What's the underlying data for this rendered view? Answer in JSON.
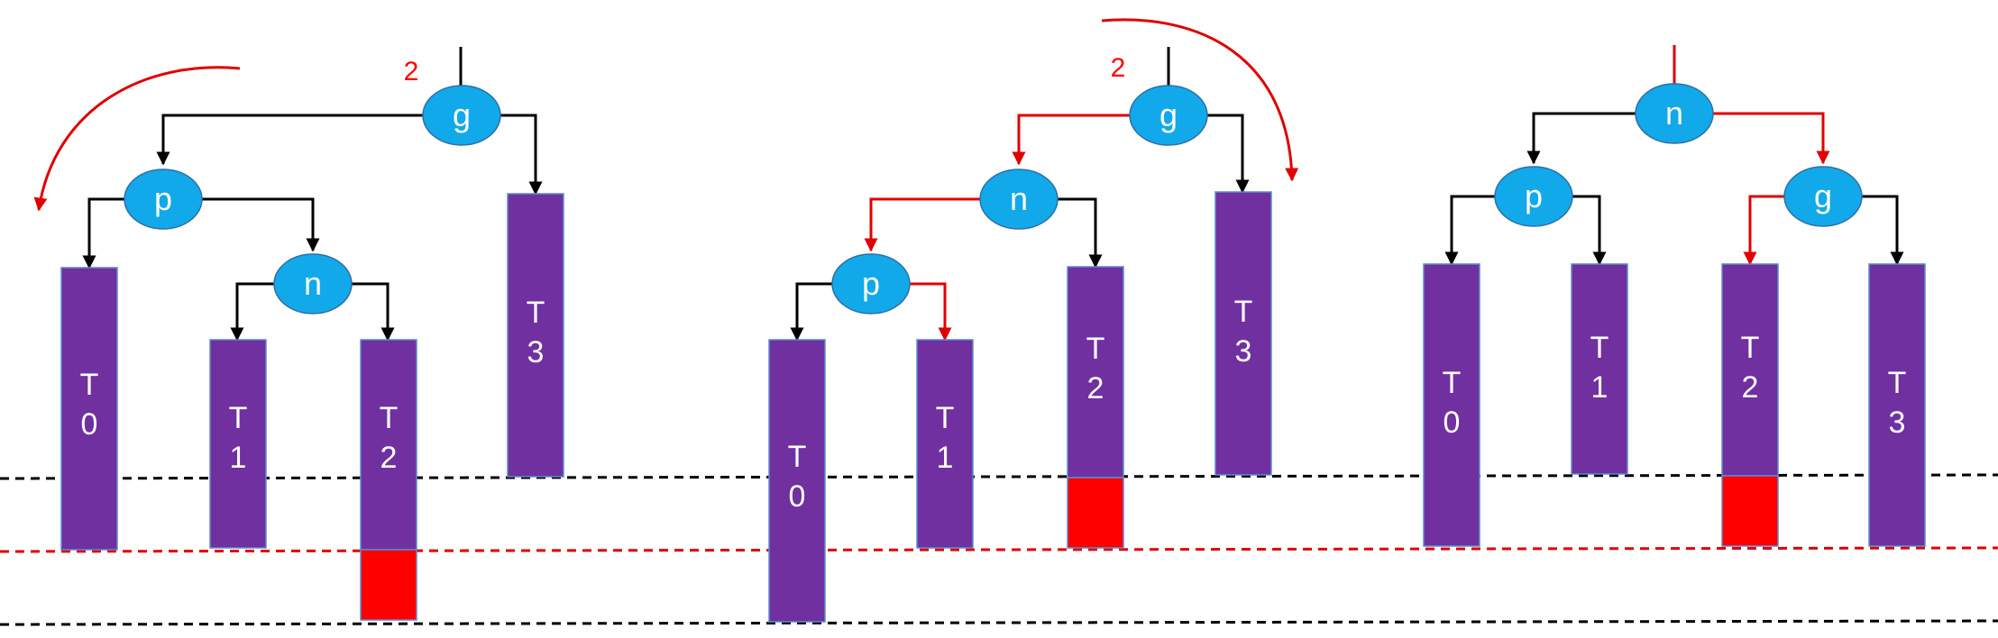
{
  "colors": {
    "node_fill": "#11A9EA",
    "node_text": "#ffffff",
    "subtree_fill": "#7030A0",
    "subtree_text": "#ffffff",
    "overflow_fill": "#FF0000",
    "edge_black": "#000000",
    "edge_red": "#E00000",
    "rotate_arrow": "#E00000",
    "height_label": "#FF0000"
  },
  "panels": [
    {
      "nodes": {
        "g": "g",
        "p": "p",
        "n": "n"
      },
      "subtrees": {
        "T0": [
          "T",
          "0"
        ],
        "T1": [
          "T",
          "1"
        ],
        "T2": [
          "T",
          "2"
        ],
        "T3": [
          "T",
          "3"
        ]
      },
      "height_label": "2"
    },
    {
      "nodes": {
        "g": "g",
        "n": "n",
        "p": "p"
      },
      "subtrees": {
        "T0": [
          "T",
          "0"
        ],
        "T1": [
          "T",
          "1"
        ],
        "T2": [
          "T",
          "2"
        ],
        "T3": [
          "T",
          "3"
        ]
      },
      "height_label": "2"
    },
    {
      "nodes": {
        "n": "n",
        "p": "p",
        "g": "g"
      },
      "subtrees": {
        "T0": [
          "T",
          "0"
        ],
        "T1": [
          "T",
          "1"
        ],
        "T2": [
          "T",
          "2"
        ],
        "T3": [
          "T",
          "3"
        ]
      }
    }
  ]
}
